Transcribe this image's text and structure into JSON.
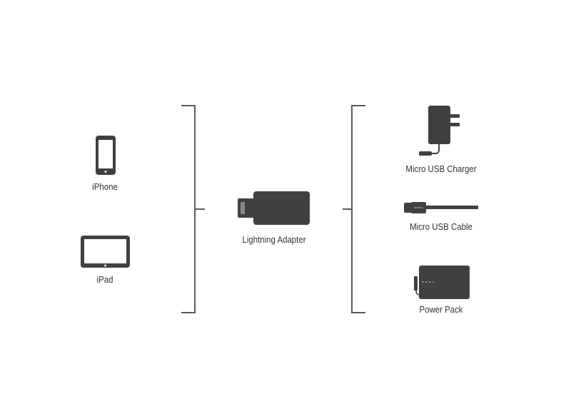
{
  "colors": {
    "device": "#404040",
    "line": "#5a5a5a",
    "text": "#333333"
  },
  "devices": [
    {
      "label": "iPhone",
      "icon": "iphone-icon"
    },
    {
      "label": "iPad",
      "icon": "ipad-icon"
    }
  ],
  "adapter": {
    "label": "Lightning Adapter",
    "icon": "lightning-adapter-icon"
  },
  "power_sources": [
    {
      "label": "Micro USB Charger",
      "icon": "wall-charger-icon"
    },
    {
      "label": "Micro USB Cable",
      "icon": "usb-cable-icon"
    },
    {
      "label": "Power Pack",
      "icon": "power-pack-icon"
    }
  ]
}
